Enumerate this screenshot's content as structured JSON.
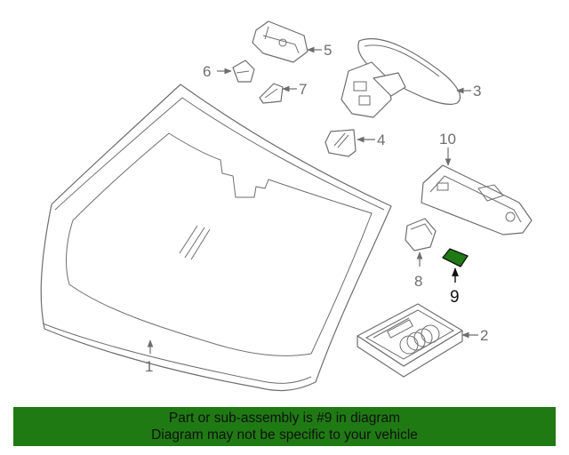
{
  "callouts": {
    "c1": "1",
    "c2": "2",
    "c3": "3",
    "c4": "4",
    "c5": "5",
    "c6": "6",
    "c7": "7",
    "c8": "8",
    "c9": "9",
    "c10": "10"
  },
  "highlight_color": "#1f7a13",
  "banner": {
    "line1": "Part or sub-assembly is #9 in diagram",
    "line2": "Diagram may not be specific to your vehicle"
  }
}
